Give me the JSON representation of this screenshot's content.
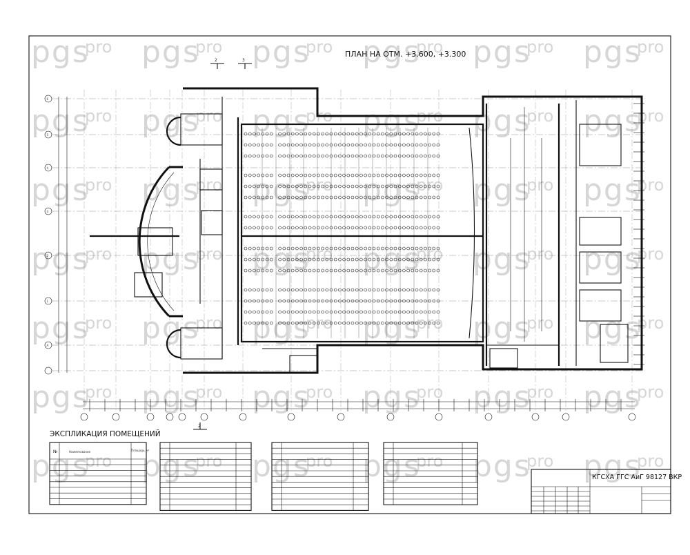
{
  "drawing": {
    "title": "ПЛАН НА ОТМ. +3.600, +3.300",
    "section_left_a": "2",
    "section_left_b": "3",
    "section_bottom_a": "2"
  },
  "legend": {
    "title": "ЭКСПЛИКАЦИЯ ПОМЕЩЕНИЙ",
    "header_num": "№",
    "header_name": "Наименование",
    "header_area": "Площадь, м²"
  },
  "watermark": {
    "brand": "pgs",
    "sub": "pro"
  },
  "stamp": {
    "code": "КГСХА ГГС АиГ 98127 ВКР"
  },
  "grid_axes": {
    "rows": [
      "6",
      "5",
      "4",
      "3",
      "2",
      "1",
      "А"
    ]
  },
  "colors": {
    "line": "#111111",
    "watermark": "#d6d6d6",
    "paper": "#ffffff"
  }
}
